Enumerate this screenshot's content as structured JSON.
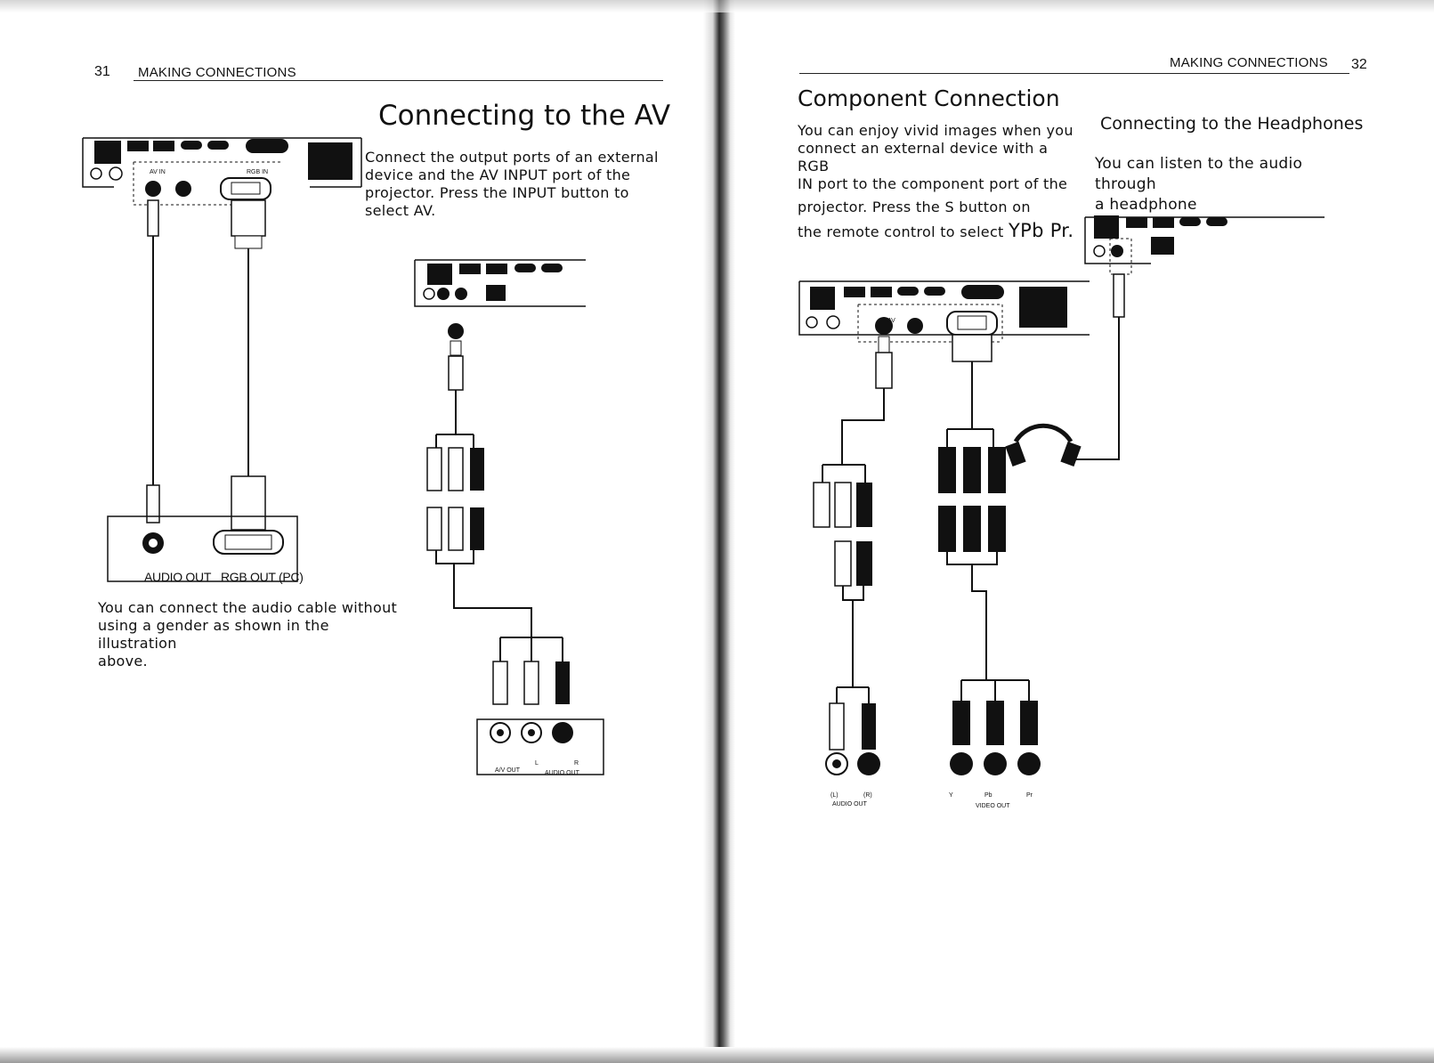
{
  "left_page": {
    "page_number": "31",
    "running_header": "MAKING CONNECTIONS",
    "title": "Connecting to the AV",
    "intro_lines": [
      "Connect the output ports of an external",
      "device and the AV INPUT port of the",
      "projector. Press the INPUT button to",
      "select AV."
    ],
    "panel_labels": {
      "av_in": "AV IN",
      "rgb_in": "RGB IN",
      "audio_out": "AUDIO OUT",
      "rgb_out": "RGB OUT (PC)",
      "av_out": "A/V OUT",
      "l": "L",
      "r": "R",
      "audio_out_small": "AUDIO OUT"
    },
    "note_lines": [
      "You can connect the audio cable without",
      "using a gender as shown in the illustration",
      "above."
    ]
  },
  "right_page": {
    "page_number": "32",
    "running_header": "MAKING CONNECTIONS",
    "component": {
      "title": "Component Connection",
      "line1": "You can enjoy vivid images when you",
      "line2": "connect an external device with a RGB",
      "line3": "IN port to the component port of the",
      "line4": "projector. Press the S button on",
      "line5_prefix": "the remote control to select ",
      "line5_emph": "YPb Pr."
    },
    "headphones": {
      "title": "Connecting to the Headphones",
      "lines": [
        "You can listen to the audio through",
        "a headphone"
      ]
    },
    "labels": {
      "l_paren": "(L)",
      "r_paren": "(R)",
      "audio_out": "AUDIO OUT",
      "y": "Y",
      "pb": "Pb",
      "pr": "Pr",
      "video_out": "VIDEO OUT",
      "av": "AV"
    }
  }
}
